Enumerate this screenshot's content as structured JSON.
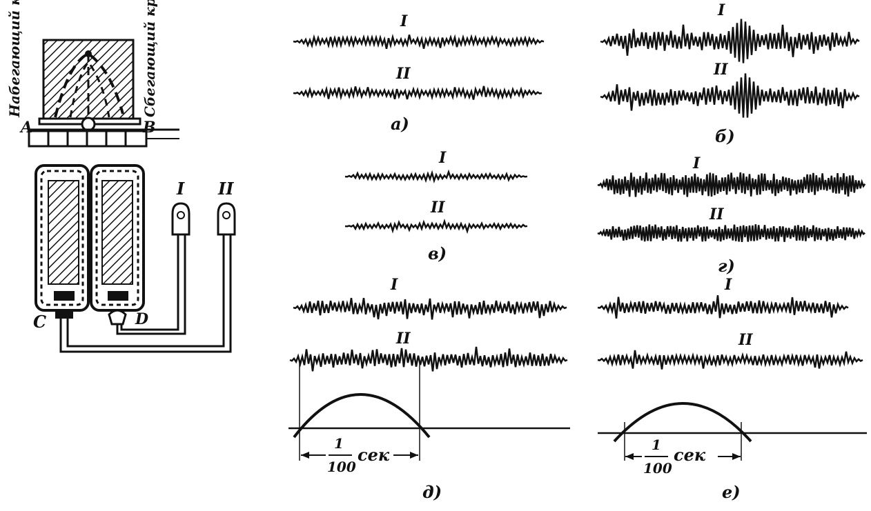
{
  "brush": {
    "leading_edge": "Набегающий край",
    "trailing_edge": "Сбегающий край",
    "point_a": "A",
    "point_b": "B"
  },
  "circuit": {
    "label_c": "C",
    "label_d": "D",
    "probe_1": "I",
    "probe_2": "II"
  },
  "panels": [
    {
      "id": "a",
      "caption": "а)",
      "trace_1": "I",
      "trace_2": "II"
    },
    {
      "id": "b",
      "caption": "б)",
      "trace_1": "I",
      "trace_2": "II"
    },
    {
      "id": "v",
      "caption": "в)",
      "trace_1": "I",
      "trace_2": "II"
    },
    {
      "id": "g",
      "caption": "г)",
      "trace_1": "I",
      "trace_2": "II"
    },
    {
      "id": "d",
      "caption": "д)",
      "trace_1": "I",
      "trace_2": "II"
    },
    {
      "id": "e",
      "caption": "е)",
      "trace_1": "I",
      "trace_2": "II"
    }
  ],
  "timebase": {
    "numerator": "1",
    "denominator": "100",
    "unit": "сек"
  }
}
